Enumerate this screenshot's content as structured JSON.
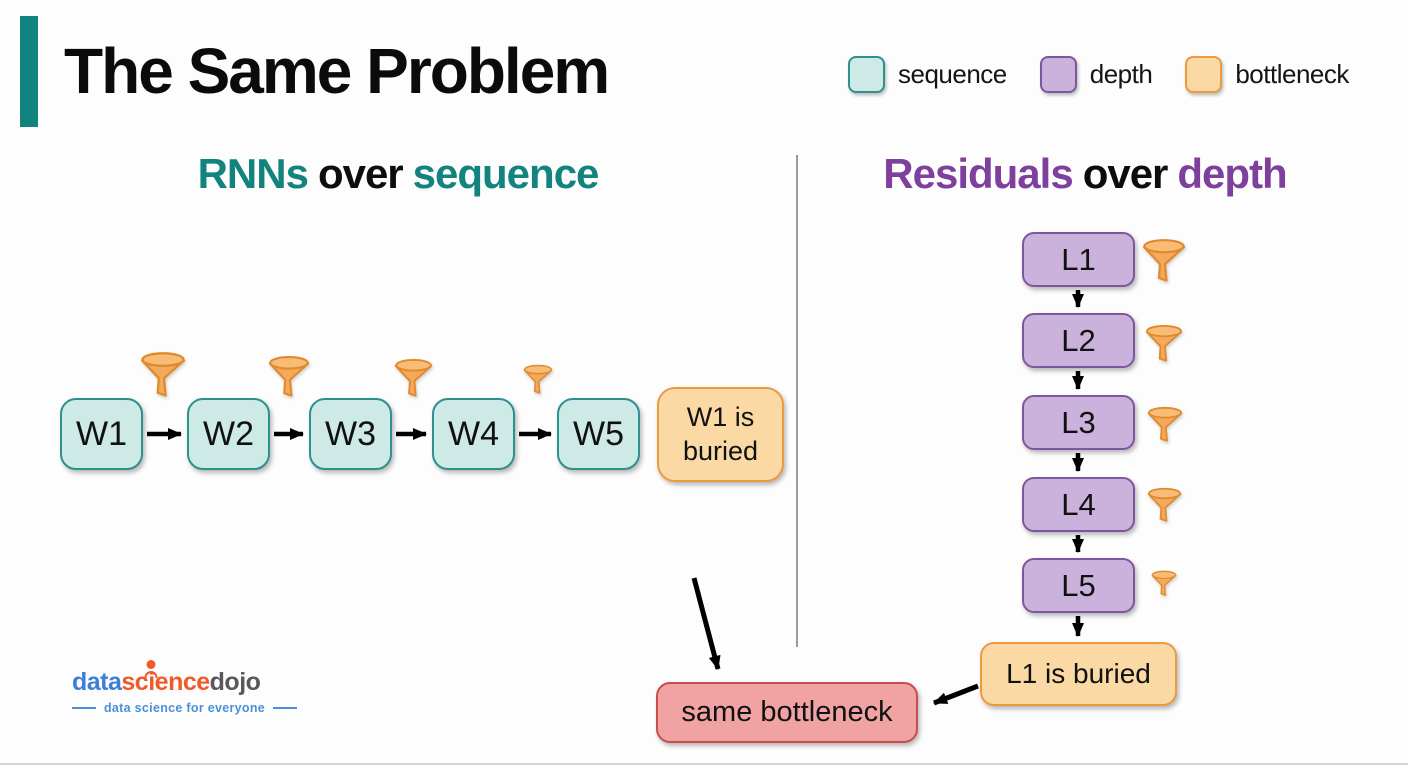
{
  "header": {
    "title": "The Same Problem"
  },
  "legend": {
    "items": [
      {
        "label": "sequence",
        "fill": "#cdeae6",
        "border": "#2e8f8f"
      },
      {
        "label": "depth",
        "fill": "#cbb2dd",
        "border": "#7d579e"
      },
      {
        "label": "bottleneck",
        "fill": "#fbd9a5",
        "border": "#eb9a40"
      }
    ]
  },
  "left": {
    "heading": {
      "part1": "RNNs",
      "part2": "over",
      "part3": "sequence"
    },
    "boxes": [
      "W1",
      "W2",
      "W3",
      "W4",
      "W5"
    ],
    "result": "W1 is buried"
  },
  "right": {
    "heading": {
      "part1": "Residuals",
      "part2": "over",
      "part3": "depth"
    },
    "boxes": [
      "L1",
      "L2",
      "L3",
      "L4",
      "L5"
    ],
    "result": "L1 is buried"
  },
  "bottom": {
    "conclusion": "same bottleneck"
  },
  "logo": {
    "part1": "data",
    "part2": "sc",
    "part3": "i",
    "part4": "ence",
    "part5": "dojo",
    "tagline": "data science for everyone"
  },
  "colors": {
    "accent": "#11847f",
    "teal_heading": "#12837d",
    "purple_heading": "#7e3f9d",
    "sequence_fill": "#cdeae6",
    "sequence_border": "#2e8f8f",
    "depth_fill": "#cbb2dd",
    "depth_border": "#7d579e",
    "bottleneck_fill": "#fbd9a5",
    "bottleneck_border": "#eb9a40",
    "funnel_fill": "#f5a95a",
    "funnel_stroke": "#e08a2e",
    "problem_fill": "#f0a3a2",
    "problem_border": "#c64f4c",
    "arrow": "#000000"
  }
}
